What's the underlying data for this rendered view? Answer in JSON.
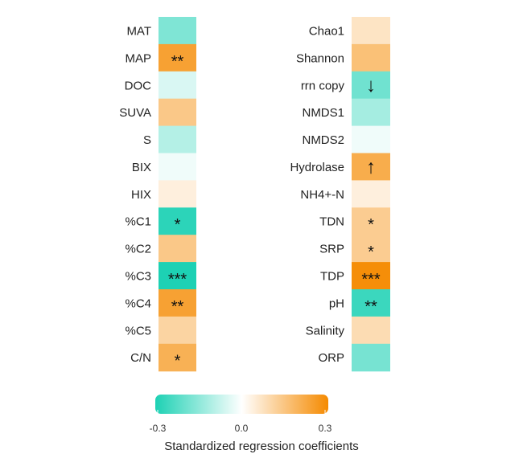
{
  "chart_data": {
    "type": "heatmap",
    "title": "",
    "colorbar": {
      "label": "Standardized regression coefficients",
      "min": -0.3,
      "max": 0.3,
      "ticks": [
        "-0.3",
        "0.0",
        "0.3"
      ],
      "colors": {
        "low": "#1dd1b4",
        "mid": "#ffffff",
        "high": "#f58a00"
      }
    },
    "panels": [
      {
        "rows": [
          {
            "label": "MAT",
            "value": -0.17,
            "mark": ""
          },
          {
            "label": "MAP",
            "value": 0.24,
            "mark": "**"
          },
          {
            "label": "DOC",
            "value": -0.05,
            "mark": ""
          },
          {
            "label": "SUVA",
            "value": 0.14,
            "mark": ""
          },
          {
            "label": "S",
            "value": -0.1,
            "mark": ""
          },
          {
            "label": "BIX",
            "value": -0.02,
            "mark": ""
          },
          {
            "label": "HIX",
            "value": 0.04,
            "mark": ""
          },
          {
            "label": "%C1",
            "value": -0.28,
            "mark": "*"
          },
          {
            "label": "%C2",
            "value": 0.14,
            "mark": ""
          },
          {
            "label": "%C3",
            "value": -0.3,
            "mark": "***"
          },
          {
            "label": "%C4",
            "value": 0.24,
            "mark": "**"
          },
          {
            "label": "%C5",
            "value": 0.11,
            "mark": ""
          },
          {
            "label": "C/N",
            "value": 0.2,
            "mark": "*"
          }
        ]
      },
      {
        "rows": [
          {
            "label": "Chao1",
            "value": 0.07,
            "mark": ""
          },
          {
            "label": "Shannon",
            "value": 0.16,
            "mark": ""
          },
          {
            "label": "rrn copy",
            "value": -0.19,
            "mark": "↓"
          },
          {
            "label": "NMDS1",
            "value": -0.12,
            "mark": ""
          },
          {
            "label": "NMDS2",
            "value": -0.02,
            "mark": ""
          },
          {
            "label": "Hydrolase",
            "value": 0.21,
            "mark": "↑"
          },
          {
            "label": "NH4+-N",
            "value": 0.04,
            "mark": ""
          },
          {
            "label": "TDN",
            "value": 0.13,
            "mark": "*"
          },
          {
            "label": "SRP",
            "value": 0.13,
            "mark": "*"
          },
          {
            "label": "TDP",
            "value": 0.29,
            "mark": "***"
          },
          {
            "label": "pH",
            "value": -0.26,
            "mark": "**"
          },
          {
            "label": "Salinity",
            "value": 0.09,
            "mark": ""
          },
          {
            "label": "ORP",
            "value": -0.18,
            "mark": ""
          }
        ]
      }
    ]
  }
}
